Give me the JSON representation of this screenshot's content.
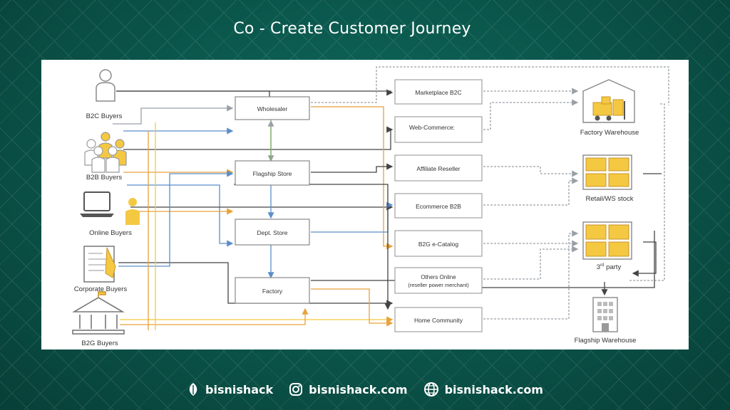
{
  "slide_title": "Co - Create Customer Journey",
  "buyers": {
    "b2c": "B2C Buyers",
    "b2b": "B2B Buyers",
    "online": "Online Buyers",
    "corporate": "Corporate Buyers",
    "b2g": "B2G Buyers"
  },
  "stores": {
    "wholesaler": "Wholesaler",
    "flagship": "Flagship Store",
    "dept": "Dept. Store",
    "factory": "Factory"
  },
  "channels": {
    "marketplace": "Marketplace B2C",
    "webcommerce": "Web-Commerce:",
    "affiliate": "Affiliate Reseller",
    "ecommerce_b2b": "Ecommerce B2B",
    "b2g_catalog": "B2G e-Catalog",
    "others_1": "Others Online",
    "others_2": "(reseller power merchant)",
    "home": "Home Community"
  },
  "warehouses": {
    "factory_wh": "Factory Warehouse",
    "retail_ws": "Retail/WS stock",
    "third_party_num": "3",
    "third_party_sup": "rd",
    "third_party_word": " party",
    "flagship_wh": "Flagship Warehouse"
  },
  "footer": {
    "brand": "bisnishack",
    "instagram": "bisnishack.com",
    "website": "bisnishack.com"
  },
  "colors": {
    "background": "#0b584d",
    "orange": "#e8a23a",
    "yellow": "#f5c842",
    "blue": "#5b8ec9",
    "grey": "#9aa0a6",
    "dark": "#333333",
    "green": "#7fb069"
  }
}
